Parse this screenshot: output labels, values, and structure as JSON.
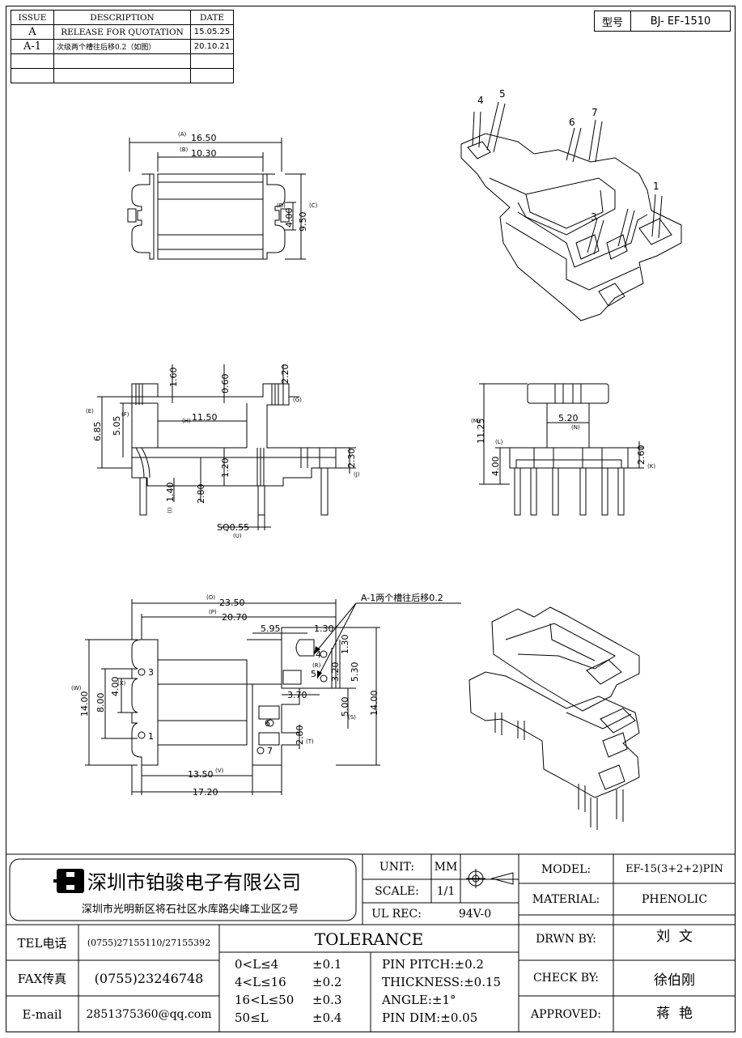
{
  "revision_table": {
    "headers": [
      "ISSUE",
      "DESCRIPTION",
      "DATE"
    ],
    "rows": [
      [
        "A",
        "RELEASE FOR QUOTATION",
        "15.05.25"
      ],
      [
        "A-1",
        "次级两个槽往后移0.2（如图）",
        "20.10.21"
      ],
      [
        "",
        "",
        ""
      ],
      [
        "",
        "",
        ""
      ]
    ]
  },
  "model_box": {
    "label": "型号",
    "value": "BJ- EF-1510"
  },
  "top_view": {
    "dims": [
      {
        "tag": "(A)",
        "value": "16.50"
      },
      {
        "tag": "(B)",
        "value": "10.30"
      },
      {
        "tag": "(C)",
        "value": "9.50"
      },
      {
        "tag": "(D)",
        "value": "4.00"
      }
    ]
  },
  "iso_top": {
    "pins": [
      "4",
      "5",
      "6",
      "7",
      "1",
      "3"
    ]
  },
  "front_view": {
    "dims": [
      {
        "tag": "",
        "value": "1.60"
      },
      {
        "tag": "",
        "value": "0.60"
      },
      {
        "tag": "",
        "value": "2.20"
      },
      {
        "tag": "(G)",
        "value": ""
      },
      {
        "tag": "(E)",
        "value": "6.85"
      },
      {
        "tag": "(F)",
        "value": "5.05"
      },
      {
        "tag": "(H)",
        "value": "11.50"
      },
      {
        "tag": "",
        "value": "1.20"
      },
      {
        "tag": "",
        "value": "2.30"
      },
      {
        "tag": "(J)",
        "value": ""
      },
      {
        "tag": "(I)",
        "value": "1.40"
      },
      {
        "tag": "",
        "value": "2.80"
      },
      {
        "tag": "(U)",
        "value": "SQ0.55"
      }
    ]
  },
  "side_view": {
    "dims": [
      {
        "tag": "(M)",
        "value": "11.25"
      },
      {
        "tag": "(N)",
        "value": "5.20"
      },
      {
        "tag": "(L)",
        "value": "4.00"
      },
      {
        "tag": "(K)",
        "value": "2.60"
      }
    ]
  },
  "bottom_view": {
    "note": "A-1两个槽往后移0.2",
    "pins": [
      "3",
      "1",
      "4",
      "5",
      "6",
      "7"
    ],
    "dims": [
      {
        "tag": "(O)",
        "value": "23.50"
      },
      {
        "tag": "(P)",
        "value": "20.70"
      },
      {
        "tag": "",
        "value": "5.95"
      },
      {
        "tag": "",
        "value": "1.30"
      },
      {
        "tag": "",
        "value": "1.30"
      },
      {
        "tag": "(R)",
        "value": "3.20"
      },
      {
        "tag": "",
        "value": "5.30"
      },
      {
        "tag": "(W)",
        "value": "14.00"
      },
      {
        "tag": "(X)",
        "value": "4.00"
      },
      {
        "tag": "",
        "value": "8.00"
      },
      {
        "tag": "",
        "value": "3.70"
      },
      {
        "tag": "(S)",
        "value": "5.00"
      },
      {
        "tag": "",
        "value": "14.00"
      },
      {
        "tag": "(T)",
        "value": "2.80"
      },
      {
        "tag": "(V)",
        "value": "13.50"
      },
      {
        "tag": "",
        "value": "17.20"
      }
    ]
  },
  "title_block": {
    "company": "深圳市铂骏电子有限公司",
    "address": "深圳市光明新区将石社区水库路尖峰工业区2号",
    "unit_label": "UNIT:",
    "unit_value": "MM",
    "scale_label": "SCALE:",
    "scale_value": "1/1",
    "ul_label": "UL REC:",
    "ul_value": "94V-0",
    "model_label": "MODEL:",
    "model_value": "EF-15(3+2+2)PIN",
    "material_label": "MATERIAL:",
    "material_value": "PHENOLIC",
    "drawn_label": "DRWN BY:",
    "drawn_value": "刘  文",
    "check_label": "CHECK BY:",
    "check_value": "徐伯刚",
    "approved_label": "APPROVED:",
    "approved_value": "蒋  艳",
    "tel_label": "TEL电话",
    "tel_value": "(0755)27155110/27155392",
    "fax_label": "FAX传真",
    "fax_value": "(0755)23246748",
    "email_label": "E-mail",
    "email_value": "2851375360@qq.com",
    "tolerance_title": "TOLERANCE",
    "tolerance_ranges": [
      {
        "range": "0<L≤4",
        "value": "±0.1"
      },
      {
        "range": "4<L≤16",
        "value": "±0.2"
      },
      {
        "range": "16<L≤50",
        "value": "±0.3"
      },
      {
        "range": "50≤L",
        "value": "±0.4"
      }
    ],
    "tolerance_specs": [
      "PIN PITCH:±0.2",
      "THICKNESS:±0.15",
      "ANGLE:±1°",
      "PIN DIM:±0.05"
    ]
  }
}
